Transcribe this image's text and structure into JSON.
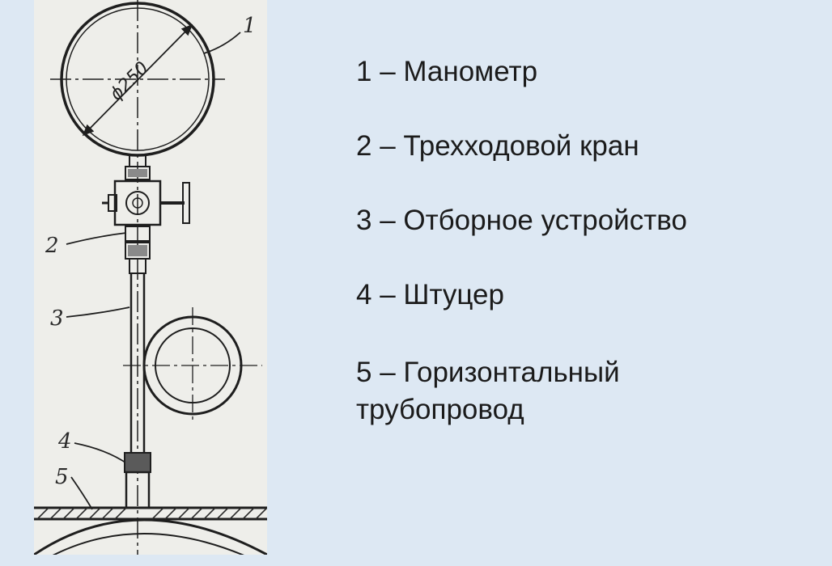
{
  "diagram": {
    "dimension_label": "ϕ250",
    "callouts": [
      "1",
      "2",
      "3",
      "4",
      "5"
    ]
  },
  "legend": [
    "1 – Манометр",
    "2 – Трехходовой кран",
    "3 – Отборное устройство",
    "4 – Штуцер",
    "5 – Горизонтальный\nтрубопровод"
  ],
  "colors": {
    "slide_background": "#dde8f3",
    "drawing_background": "#eeeeea",
    "ink": "#1b1b1b"
  }
}
